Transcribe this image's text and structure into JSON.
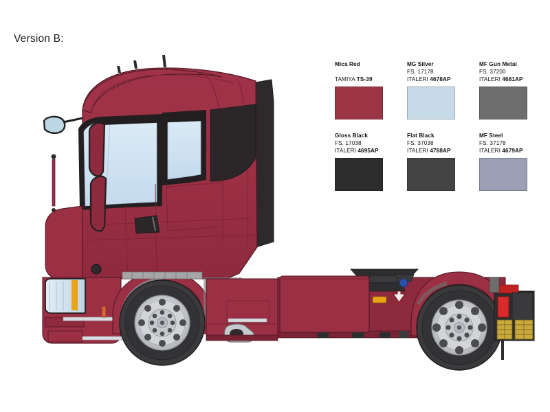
{
  "page": {
    "background_color": "#ffffff",
    "version_label": "Version B:"
  },
  "artwork": {
    "subject": "scania-s-series-tractor-unit-side-view",
    "body_color": "#9B2F44",
    "body_color_shadow": "#7E2438",
    "glass_color": "#CFE3F2",
    "trim_black": "#231F20",
    "tire_color": "#3A3A3C",
    "wheel_rim_color": "#C9CBCD",
    "chassis_gray": "#8A8A8C",
    "marker_amber": "#E8A317",
    "marker_red": "#D92B2B",
    "marker_blue": "#2B4FAD",
    "step_yellow": "#C8A93A"
  },
  "paint_chart": {
    "rows": [
      {
        "cells": [
          {
            "name": "Mica Red",
            "fs": "",
            "brand_line": "TAMIYA ",
            "code": "TS-39",
            "swatch_color": "#9B3544"
          },
          {
            "name": "MG Silver",
            "fs": "FS. 17178",
            "brand_line": "ITALERI ",
            "code": "4678AP",
            "swatch_color": "#C6DAE8"
          },
          {
            "name": "MF Gun Metal",
            "fs": "FS. 37200",
            "brand_line": "ITALERI ",
            "code": "4681AP",
            "swatch_color": "#6E6E6E"
          }
        ]
      },
      {
        "cells": [
          {
            "name": "Gloss Black",
            "fs": "FS. 17038",
            "brand_line": "ITALERI ",
            "code": "4695AP",
            "swatch_color": "#2D2D2D"
          },
          {
            "name": "Flat Black",
            "fs": "FS. 37038",
            "brand_line": "ITALERI ",
            "code": "4768AP",
            "swatch_color": "#444444"
          },
          {
            "name": "MF Steel",
            "fs": "FS. 37178",
            "brand_line": "ITALERI ",
            "code": "4679AP",
            "swatch_color": "#9BA0B6"
          }
        ]
      }
    ]
  }
}
